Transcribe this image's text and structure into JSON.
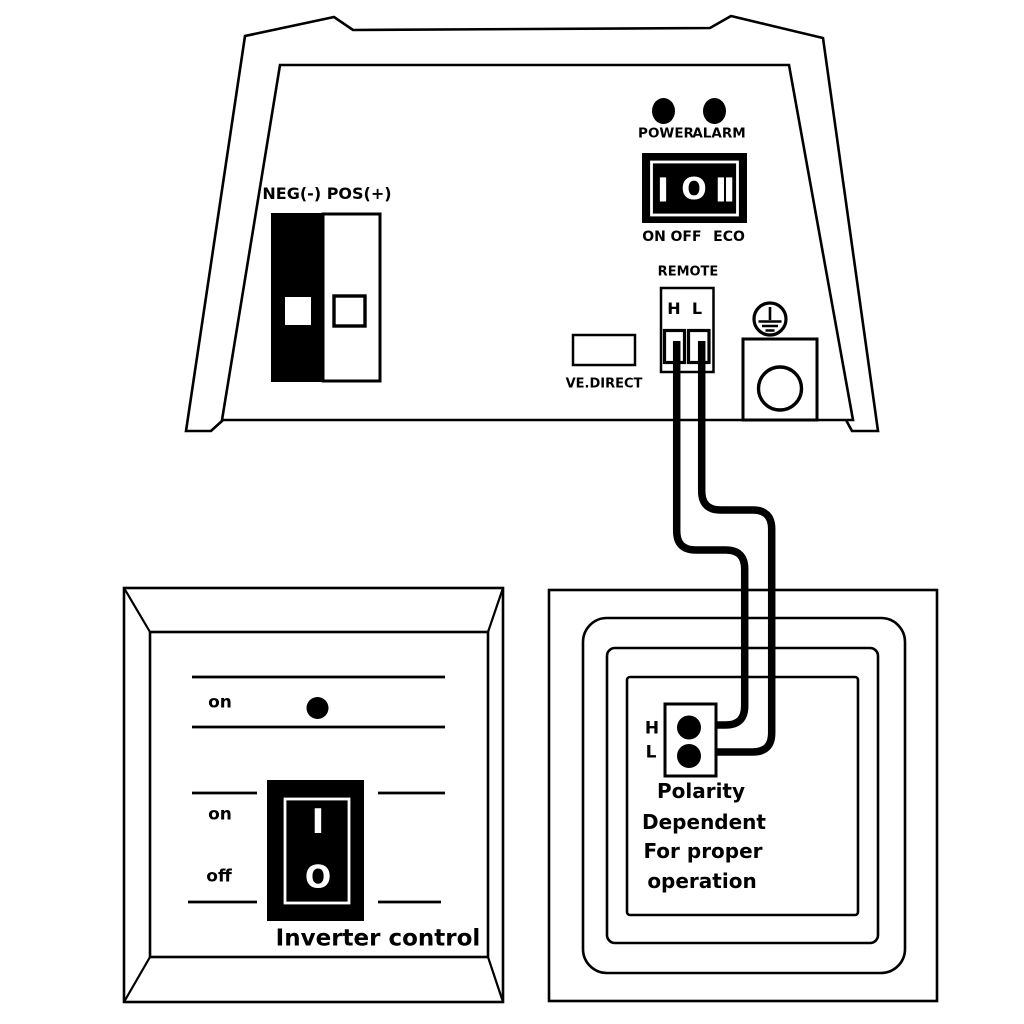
{
  "inverter": {
    "battery_label": "NEG(-) POS(+)",
    "power_led_label": "POWER",
    "alarm_led_label": "ALARM",
    "main_switch": {
      "symbol_on": "I",
      "symbol_off": "O",
      "symbol_eco": "II",
      "label_on": "ON",
      "label_off": "OFF",
      "label_eco": "ECO"
    },
    "remote_port": {
      "label": "REMOTE",
      "terminal_high": "H",
      "terminal_low": "L"
    },
    "ve_direct_label": "VE.DIRECT"
  },
  "remote_panel": {
    "indicator_label": "on",
    "switch_on_label": "on",
    "switch_off_label": "off",
    "rocker_symbol_on": "I",
    "rocker_symbol_off": "O",
    "caption": "Inverter control"
  },
  "wall_box": {
    "terminal_high": "H",
    "terminal_low": "L",
    "note_line1": "Polarity",
    "note_line2": "Dependent",
    "note_line3": "For proper",
    "note_line4": "operation"
  },
  "colors": {
    "ink": "#000000",
    "paper": "#ffffff"
  }
}
